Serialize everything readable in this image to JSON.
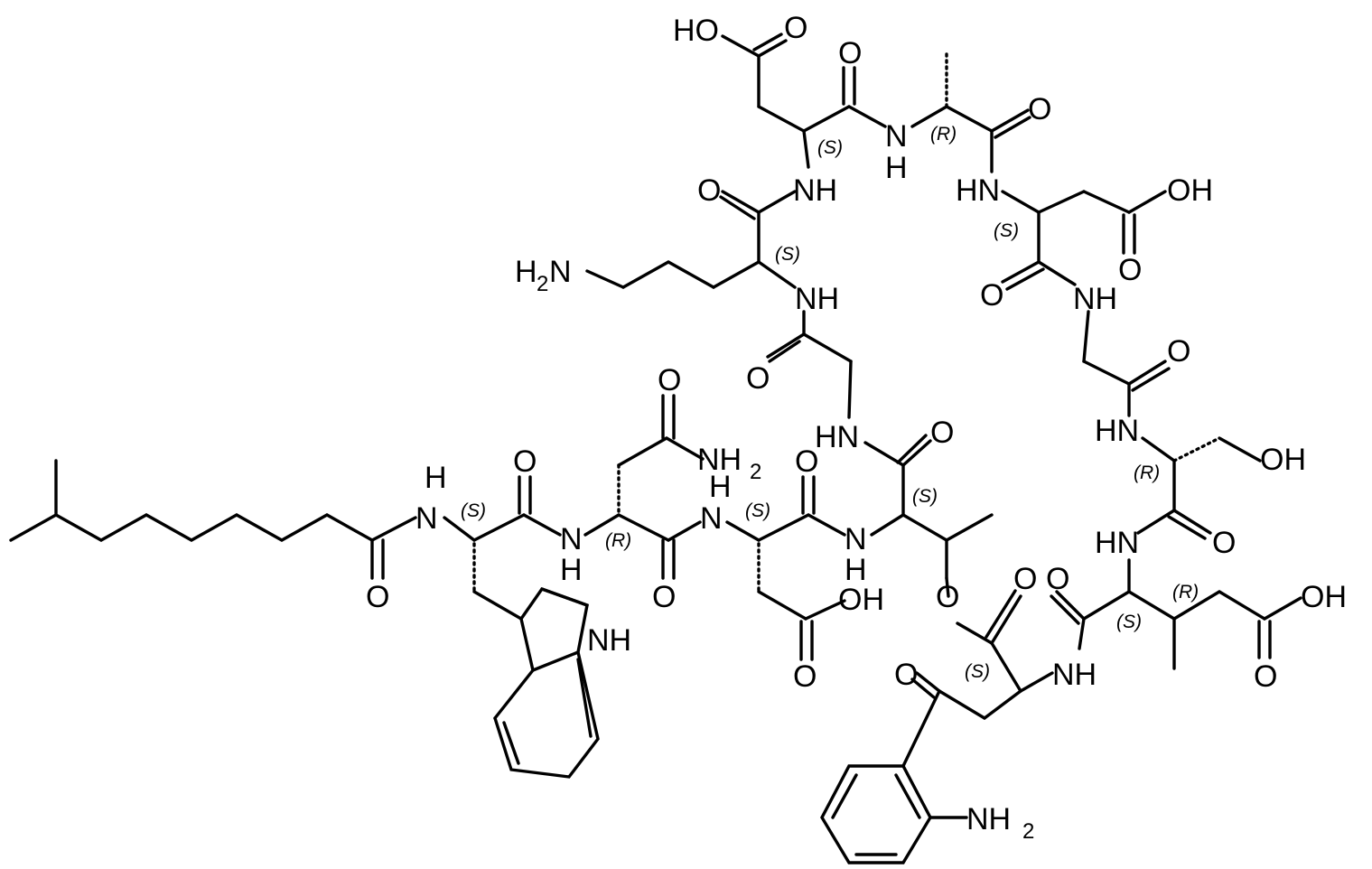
{
  "molecule": {
    "atoms": {
      "cooh_top_ho": "HO",
      "cooh_top_o": "O",
      "asp1_co_o": "O",
      "ala_nh_n": "N",
      "ala_nh_h": "H",
      "ala_co_o": "O",
      "asp1_nh": "NH",
      "orn_co_o": "O",
      "orn_nh2_h": "H",
      "orn_nh2_n": "N",
      "orn_nh2_sub": "2",
      "orn_nh": "NH",
      "gly1_co_o": "O",
      "asp2_hn": "HN",
      "asp2_oh": "OH",
      "asp2_cooh_o": "O",
      "asp2_co_o": "O",
      "gly2_nh": "NH",
      "gly2_co_o": "O",
      "ser_hn": "HN",
      "ser_oh": "OH",
      "ser_co_o": "O",
      "thr_hn": "HN",
      "thr_co_o": "O",
      "asn_side_o": "O",
      "asn_nh2": "NH",
      "asn_nh2_sub": "2",
      "trp_co_o": "O",
      "trp_nh_h": "H",
      "trp_nh_n": "N",
      "dec_co_o": "O",
      "asn_nh_n": "N",
      "asn_nh_h": "H",
      "asn_co_o": "O",
      "asp3_nh": "N",
      "asp3_nh_h": "H",
      "asp3_co_o": "O",
      "thr_n": "N",
      "thr_n_h": "H",
      "asp3_oh": "OH",
      "asp3_cooh_o": "O",
      "indole_nh": "NH",
      "thr_o": "O",
      "ester_co_o": "O",
      "mglu_hn": "HN",
      "mglu_co_o": "O",
      "mglu_oh": "OH",
      "mglu_cooh_o": "O",
      "kyn_o": "O",
      "kyn_nh": "NH",
      "kyn_nh2": "NH",
      "kyn_nh2_sub": "2"
    },
    "stereo_labels": {
      "asp1": "(S)",
      "ala": "(R)",
      "asp2": "(S)",
      "orn": "(S)",
      "ser": "(R)",
      "trp": "(S)",
      "asn": "(R)",
      "asp3": "(S)",
      "thr": "(S)",
      "kyn": "(S)",
      "mglu_a": "(S)",
      "mglu_b": "(R)"
    }
  }
}
